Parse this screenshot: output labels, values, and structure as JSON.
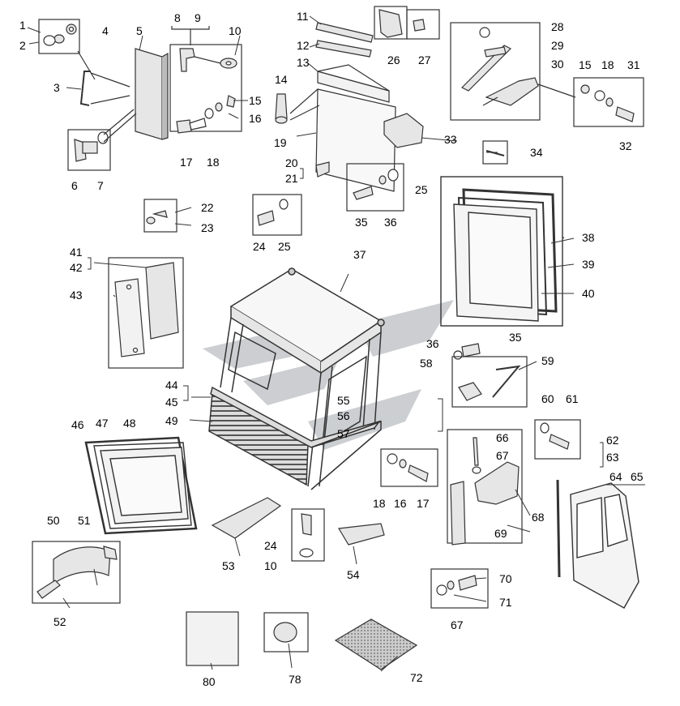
{
  "diagram": {
    "kind": "exploded parts diagram",
    "labels": {
      "n1": "1",
      "n2": "2",
      "n3": "3",
      "n4": "4",
      "n5": "5",
      "n6": "6",
      "n7": "7",
      "n8": "8",
      "n9": "9",
      "n10": "10",
      "n11": "11",
      "n12": "12",
      "n13": "13",
      "n14": "14",
      "n15": "15",
      "n16": "16",
      "n17": "17",
      "n18": "18",
      "n19": "19",
      "n20": "20",
      "n21": "21",
      "n22": "22",
      "n23": "23",
      "n24": "24",
      "n25": "25",
      "n26": "26",
      "n27": "27",
      "n28": "28",
      "n29": "29",
      "n30": "30",
      "n31": "31",
      "n32": "32",
      "n33": "33",
      "n34": "34",
      "n35": "35",
      "n36": "36",
      "n37": "37",
      "n38": "38",
      "n39": "39",
      "n40": "40",
      "n41": "41",
      "n42": "42",
      "n43": "43",
      "n44": "44",
      "n45": "45",
      "n46": "46",
      "n47": "47",
      "n48": "48",
      "n49": "49",
      "n50": "50",
      "n51": "51",
      "n52": "52",
      "n53": "53",
      "n54": "54",
      "n55": "55",
      "n56": "56",
      "n57": "57",
      "n58": "58",
      "n59": "59",
      "n60": "60",
      "n61": "61",
      "n62": "62",
      "n63": "63",
      "n64": "64",
      "n65": "65",
      "n66": "66",
      "n67": "67",
      "n68": "68",
      "n69": "69",
      "n70": "70",
      "n71": "71",
      "n72": "72",
      "n78": "78",
      "n80": "80"
    },
    "colors": {
      "line": "#333333",
      "part_fill": "#e6e6e6",
      "glass": "#f2f2f2",
      "watermark": "#9aa0a6"
    }
  }
}
